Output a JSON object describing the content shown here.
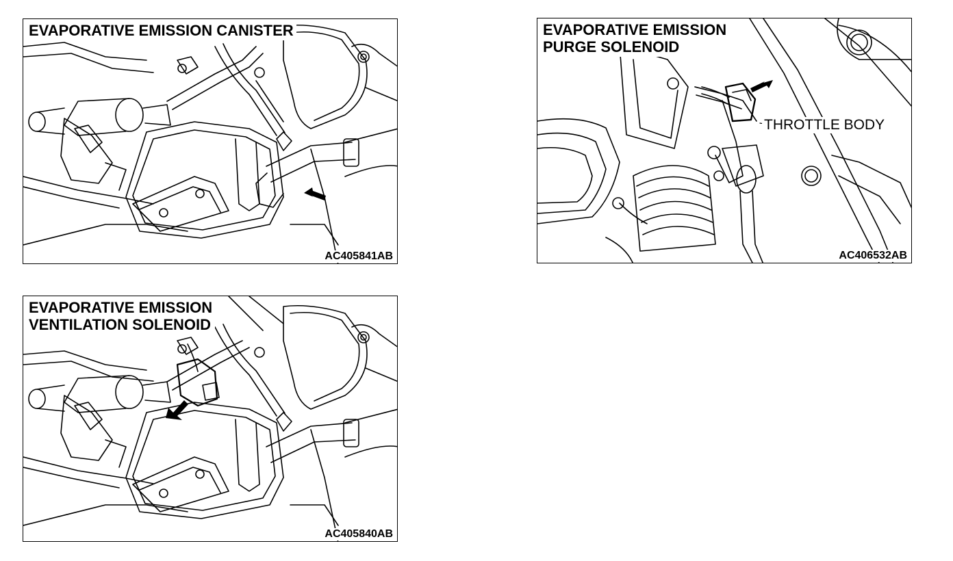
{
  "figures": [
    {
      "title": "EVAPORATIVE EMISSION CANISTER",
      "code": "AC405841AB"
    },
    {
      "title": "EVAPORATIVE EMISSION\nPURGE SOLENOID",
      "code": "AC406532AB",
      "callout": "THROTTLE BODY"
    },
    {
      "title": "EVAPORATIVE EMISSION\nVENTILATION SOLENOID",
      "code": "AC405840AB"
    }
  ]
}
